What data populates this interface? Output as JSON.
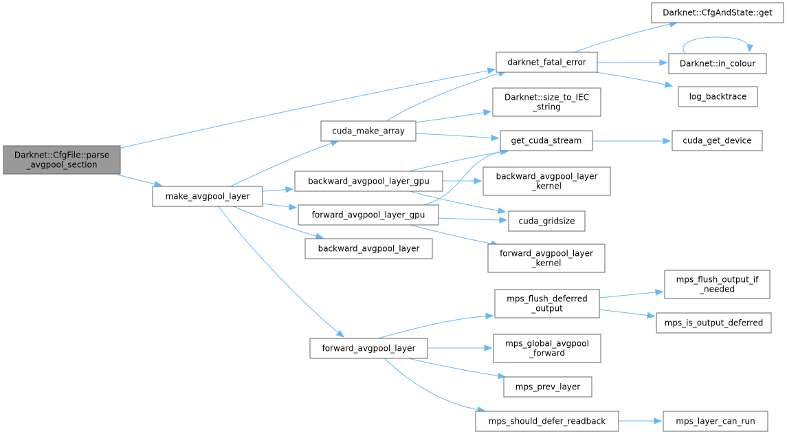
{
  "diagram": {
    "type": "call-graph",
    "colors": {
      "edge": "#63b8ff",
      "node_border": "#666666",
      "root_fill": "#999999",
      "node_fill": "#ffffff"
    },
    "nodes": [
      {
        "id": "parse_avgpool_section",
        "lines": [
          "Darknet::CfgFile::parse",
          "_avgpool_section"
        ],
        "root": true
      },
      {
        "id": "make_avgpool_layer",
        "lines": [
          "make_avgpool_layer"
        ]
      },
      {
        "id": "darknet_fatal_error",
        "lines": [
          "darknet_fatal_error"
        ]
      },
      {
        "id": "cuda_make_array",
        "lines": [
          "cuda_make_array"
        ]
      },
      {
        "id": "backward_avgpool_layer_gpu",
        "lines": [
          "backward_avgpool_layer_gpu"
        ]
      },
      {
        "id": "forward_avgpool_layer_gpu",
        "lines": [
          "forward_avgpool_layer_gpu"
        ]
      },
      {
        "id": "backward_avgpool_layer",
        "lines": [
          "backward_avgpool_layer"
        ]
      },
      {
        "id": "forward_avgpool_layer",
        "lines": [
          "forward_avgpool_layer"
        ]
      },
      {
        "id": "CfgAndState_get",
        "lines": [
          "Darknet::CfgAndState::get"
        ]
      },
      {
        "id": "in_colour",
        "lines": [
          "Darknet::in_colour"
        ]
      },
      {
        "id": "log_backtrace",
        "lines": [
          "log_backtrace"
        ]
      },
      {
        "id": "size_to_IEC_string",
        "lines": [
          "Darknet::size_to_IEC",
          "_string"
        ]
      },
      {
        "id": "get_cuda_stream",
        "lines": [
          "get_cuda_stream"
        ]
      },
      {
        "id": "cuda_get_device",
        "lines": [
          "cuda_get_device"
        ]
      },
      {
        "id": "backward_avgpool_layer_kernel",
        "lines": [
          "backward_avgpool_layer",
          "_kernel"
        ]
      },
      {
        "id": "cuda_gridsize",
        "lines": [
          "cuda_gridsize"
        ]
      },
      {
        "id": "forward_avgpool_layer_kernel",
        "lines": [
          "forward_avgpool_layer",
          "_kernel"
        ]
      },
      {
        "id": "mps_flush_deferred_output",
        "lines": [
          "mps_flush_deferred",
          "_output"
        ]
      },
      {
        "id": "mps_flush_output_if_needed",
        "lines": [
          "mps_flush_output_if",
          "_needed"
        ]
      },
      {
        "id": "mps_is_output_deferred",
        "lines": [
          "mps_is_output_deferred"
        ]
      },
      {
        "id": "mps_global_avgpool_forward",
        "lines": [
          "mps_global_avgpool",
          "_forward"
        ]
      },
      {
        "id": "mps_prev_layer",
        "lines": [
          "mps_prev_layer"
        ]
      },
      {
        "id": "mps_should_defer_readback",
        "lines": [
          "mps_should_defer_readback"
        ]
      },
      {
        "id": "mps_layer_can_run",
        "lines": [
          "mps_layer_can_run"
        ]
      }
    ],
    "edges": [
      {
        "from": "parse_avgpool_section",
        "to": "darknet_fatal_error"
      },
      {
        "from": "parse_avgpool_section",
        "to": "make_avgpool_layer"
      },
      {
        "from": "make_avgpool_layer",
        "to": "cuda_make_array"
      },
      {
        "from": "make_avgpool_layer",
        "to": "backward_avgpool_layer_gpu"
      },
      {
        "from": "make_avgpool_layer",
        "to": "forward_avgpool_layer_gpu"
      },
      {
        "from": "make_avgpool_layer",
        "to": "backward_avgpool_layer"
      },
      {
        "from": "make_avgpool_layer",
        "to": "forward_avgpool_layer"
      },
      {
        "from": "darknet_fatal_error",
        "to": "CfgAndState_get"
      },
      {
        "from": "darknet_fatal_error",
        "to": "in_colour"
      },
      {
        "from": "darknet_fatal_error",
        "to": "log_backtrace"
      },
      {
        "from": "in_colour",
        "to": "in_colour"
      },
      {
        "from": "cuda_make_array",
        "to": "darknet_fatal_error"
      },
      {
        "from": "cuda_make_array",
        "to": "size_to_IEC_string"
      },
      {
        "from": "cuda_make_array",
        "to": "get_cuda_stream"
      },
      {
        "from": "get_cuda_stream",
        "to": "cuda_get_device"
      },
      {
        "from": "backward_avgpool_layer_gpu",
        "to": "get_cuda_stream"
      },
      {
        "from": "backward_avgpool_layer_gpu",
        "to": "backward_avgpool_layer_kernel"
      },
      {
        "from": "backward_avgpool_layer_gpu",
        "to": "cuda_gridsize"
      },
      {
        "from": "forward_avgpool_layer_gpu",
        "to": "get_cuda_stream"
      },
      {
        "from": "forward_avgpool_layer_gpu",
        "to": "cuda_gridsize"
      },
      {
        "from": "forward_avgpool_layer_gpu",
        "to": "forward_avgpool_layer_kernel"
      },
      {
        "from": "forward_avgpool_layer",
        "to": "mps_flush_deferred_output"
      },
      {
        "from": "forward_avgpool_layer",
        "to": "mps_global_avgpool_forward"
      },
      {
        "from": "forward_avgpool_layer",
        "to": "mps_prev_layer"
      },
      {
        "from": "forward_avgpool_layer",
        "to": "mps_should_defer_readback"
      },
      {
        "from": "mps_flush_deferred_output",
        "to": "mps_flush_output_if_needed"
      },
      {
        "from": "mps_flush_deferred_output",
        "to": "mps_is_output_deferred"
      },
      {
        "from": "mps_should_defer_readback",
        "to": "mps_layer_can_run"
      }
    ]
  }
}
